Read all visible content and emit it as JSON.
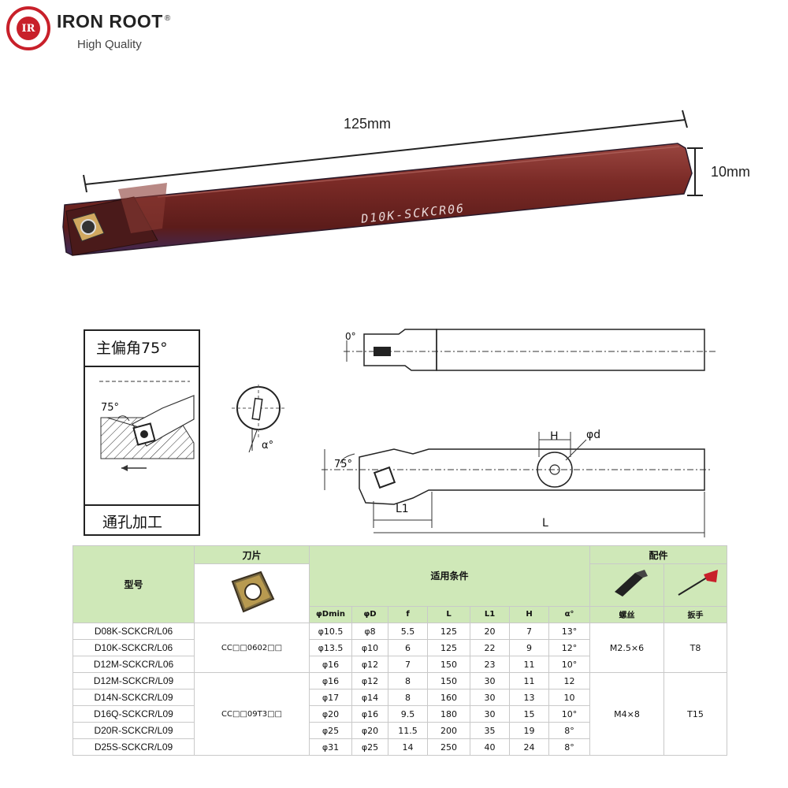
{
  "brand": {
    "name": "IRON ROOT",
    "registered_mark": "®",
    "tagline": "High Quality",
    "logo_monogram": "IR",
    "colors": {
      "logo_red": "#c8202a",
      "tool_body": "#7a2a26"
    }
  },
  "product_photo": {
    "length_label": "125mm",
    "diameter_label": "10mm",
    "engraving": "D10K-SCKCR06"
  },
  "diagrams": {
    "approach_box": {
      "title": "主偏角75°",
      "angle_label": "75°",
      "footer": "通孔加工"
    },
    "clearance_angle_label": "α°",
    "side_view_angle_label": "0°",
    "top_view_labels": {
      "angle": "75°",
      "height": "H",
      "diameter": "φd",
      "l1": "L1",
      "length": "L"
    }
  },
  "table": {
    "header_model": "型号",
    "header_insert": "刀片",
    "header_conditions": "适用条件",
    "header_parts": "配件",
    "columns": [
      "φDmin",
      "φD",
      "f",
      "L",
      "L1",
      "H",
      "α°"
    ],
    "part_screw": "螺丝",
    "part_wrench": "扳手",
    "rows": [
      {
        "model": "D08K-SCKCR/L06",
        "dmin": "φ10.5",
        "d": "φ8",
        "f": "5.5",
        "l": "125",
        "l1": "20",
        "h": "7",
        "alpha": "13°"
      },
      {
        "model": "D10K-SCKCR/L06",
        "dmin": "φ13.5",
        "d": "φ10",
        "f": "6",
        "l": "125",
        "l1": "22",
        "h": "9",
        "alpha": "12°"
      },
      {
        "model": "D12M-SCKCR/L06",
        "dmin": "φ16",
        "d": "φ12",
        "f": "7",
        "l": "150",
        "l1": "23",
        "h": "11",
        "alpha": "10°"
      },
      {
        "model": "D12M-SCKCR/L09",
        "dmin": "φ16",
        "d": "φ12",
        "f": "8",
        "l": "150",
        "l1": "30",
        "h": "11",
        "alpha": "12"
      },
      {
        "model": "D14N-SCKCR/L09",
        "dmin": "φ17",
        "d": "φ14",
        "f": "8",
        "l": "160",
        "l1": "30",
        "h": "13",
        "alpha": "10"
      },
      {
        "model": "D16Q-SCKCR/L09",
        "dmin": "φ20",
        "d": "φ16",
        "f": "9.5",
        "l": "180",
        "l1": "30",
        "h": "15",
        "alpha": "10°"
      },
      {
        "model": "D20R-SCKCR/L09",
        "dmin": "φ25",
        "d": "φ20",
        "f": "11.5",
        "l": "200",
        "l1": "35",
        "h": "19",
        "alpha": "8°"
      },
      {
        "model": "D25S-SCKCR/L09",
        "dmin": "φ31",
        "d": "φ25",
        "f": "14",
        "l": "250",
        "l1": "40",
        "h": "24",
        "alpha": "8°"
      }
    ],
    "group1": {
      "insert": "CC□□0602□□",
      "screw": "M2.5×6",
      "wrench": "T8"
    },
    "group2": {
      "insert": "CC□□09T3□□",
      "screw": "M4×8",
      "wrench": "T15"
    }
  }
}
